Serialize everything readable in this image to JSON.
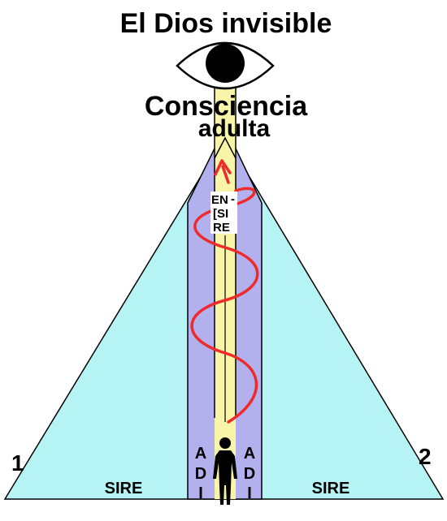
{
  "title": "El Dios invisible",
  "consciousness_line1": "Consciencia",
  "consciousness_line2": "adulta",
  "spiral_label_line1": "EN",
  "spiral_label_dash": "-",
  "spiral_label_line2": "[SI",
  "spiral_label_line3": "RE",
  "left_corner_number": "1",
  "right_corner_number": "2",
  "left_zone_label": "SIRE",
  "right_zone_label": "SIRE",
  "left_column_letters": [
    "A",
    "D",
    "I"
  ],
  "right_column_letters": [
    "A",
    "D",
    "I"
  ],
  "colors": {
    "outer_triangle": "#b5f3f5",
    "inner_column": "#b3b0ee",
    "light_beam": "#f8f4a8",
    "spiral": "#ee2a2a",
    "outline": "#000000",
    "human_figure": "#000000"
  },
  "icons": {
    "eye": "eye-icon",
    "figure": "human-figure-icon",
    "arrow": "arrow-up-icon"
  }
}
